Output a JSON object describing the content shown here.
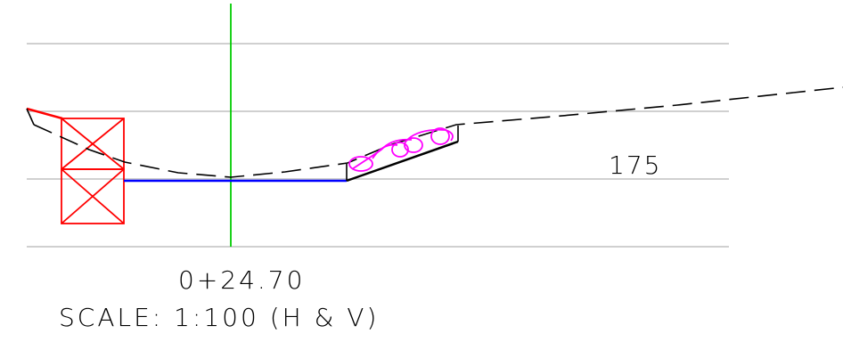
{
  "section": {
    "station": "0+24.70",
    "scale_label": "SCALE: 1:100 (H & V)",
    "elevation_label": "175"
  },
  "colors": {
    "background": "#ffffff",
    "grid": "#c0c0c0",
    "centerline": "#00cc00",
    "ground_line": "#000000",
    "structure": "#ff0000",
    "pavement": "#0000ff",
    "boulders": "#ff00ff",
    "text": "#000000"
  },
  "legend_meanings": {
    "grid": "elevation grid lines",
    "centerline": "road centerline",
    "ground_line": "existing ground (dashed)",
    "structure": "retaining / crib structure",
    "pavement": "proposed pavement",
    "boulders": "rock / boulder fill"
  }
}
